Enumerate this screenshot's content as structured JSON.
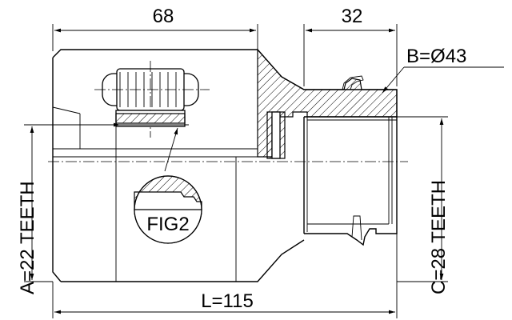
{
  "dimensions": {
    "housing_length": "68",
    "stem_length": "32",
    "outer_diameter": "B=Ø43",
    "inner_teeth": "A=22 TEETH",
    "outer_teeth": "C=28 TEETH",
    "total_length": "L=115"
  },
  "callouts": {
    "figure_ref": "FIG2"
  }
}
